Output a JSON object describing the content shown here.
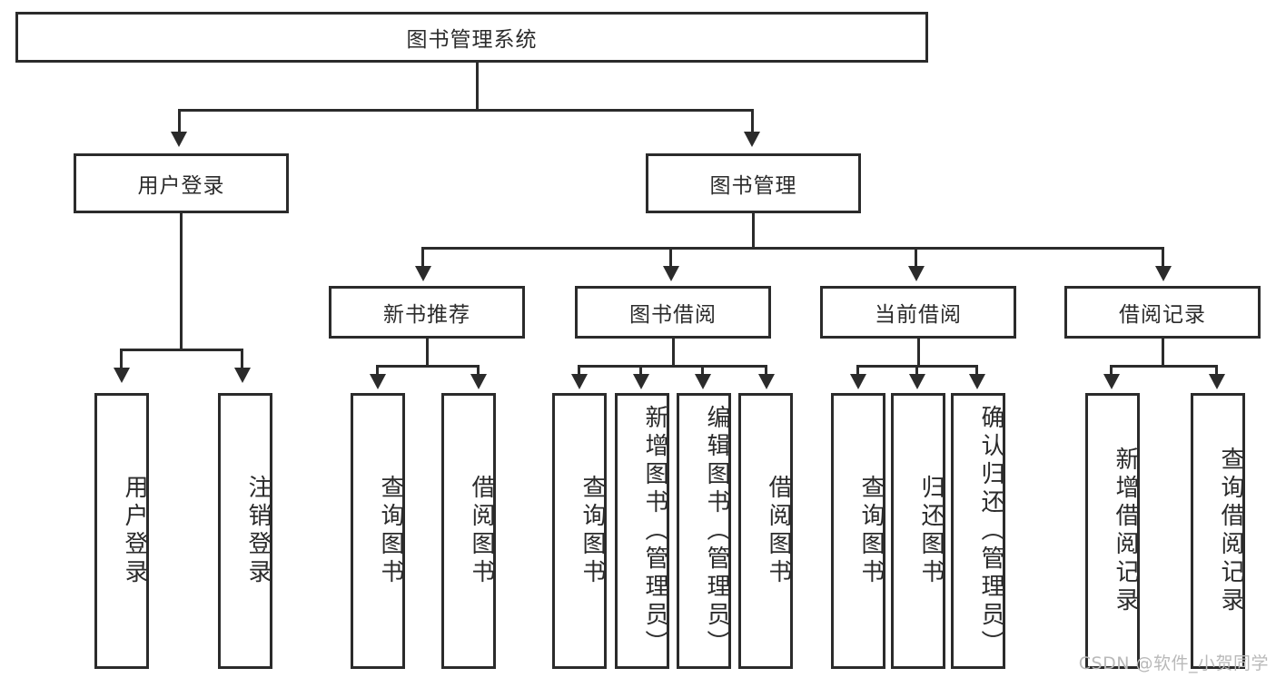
{
  "diagram": {
    "title": "图书管理系统",
    "type": "function-hierarchy-tree",
    "levels": 4,
    "nodes": {
      "root": {
        "label": "图书管理系统"
      },
      "l2": [
        {
          "id": "user-login",
          "label": "用户登录"
        },
        {
          "id": "book-management",
          "label": "图书管理"
        }
      ],
      "l3": [
        {
          "id": "new-book-recommend",
          "label": "新书推荐"
        },
        {
          "id": "book-borrow",
          "label": "图书借阅"
        },
        {
          "id": "current-borrow",
          "label": "当前借阅"
        },
        {
          "id": "borrow-record",
          "label": "借阅记录"
        }
      ],
      "leaves": {
        "user_login": [
          {
            "id": "leaf-user-login",
            "label": "用户登录"
          },
          {
            "id": "leaf-logout-login",
            "label": "注销登录"
          }
        ],
        "new_book_recommend": [
          {
            "id": "leaf-query-book-1",
            "label": "查询图书"
          },
          {
            "id": "leaf-borrow-book-1",
            "label": "借阅图书"
          }
        ],
        "book_borrow": [
          {
            "id": "leaf-query-book-2",
            "label": "查询图书"
          },
          {
            "id": "leaf-add-book",
            "label": "新增图书（管理员）"
          },
          {
            "id": "leaf-edit-book",
            "label": "编辑图书（管理员）"
          },
          {
            "id": "leaf-borrow-book-2",
            "label": "借阅图书"
          }
        ],
        "current_borrow": [
          {
            "id": "leaf-query-book-3",
            "label": "查询图书"
          },
          {
            "id": "leaf-return-book",
            "label": "归还图书"
          },
          {
            "id": "leaf-confirm-return",
            "label": "确认归还（管理员）"
          }
        ],
        "borrow_record": [
          {
            "id": "leaf-add-borrow-record",
            "label": "新增借阅记录"
          },
          {
            "id": "leaf-query-borrow-record",
            "label": "查询借阅记录"
          }
        ]
      }
    },
    "watermark": "CSDN @软件_小贺同学",
    "colors": {
      "stroke": "#2b2b2b",
      "fill": "#ffffff",
      "text": "#2b2b2b",
      "watermark": "#b9b9b9"
    }
  }
}
